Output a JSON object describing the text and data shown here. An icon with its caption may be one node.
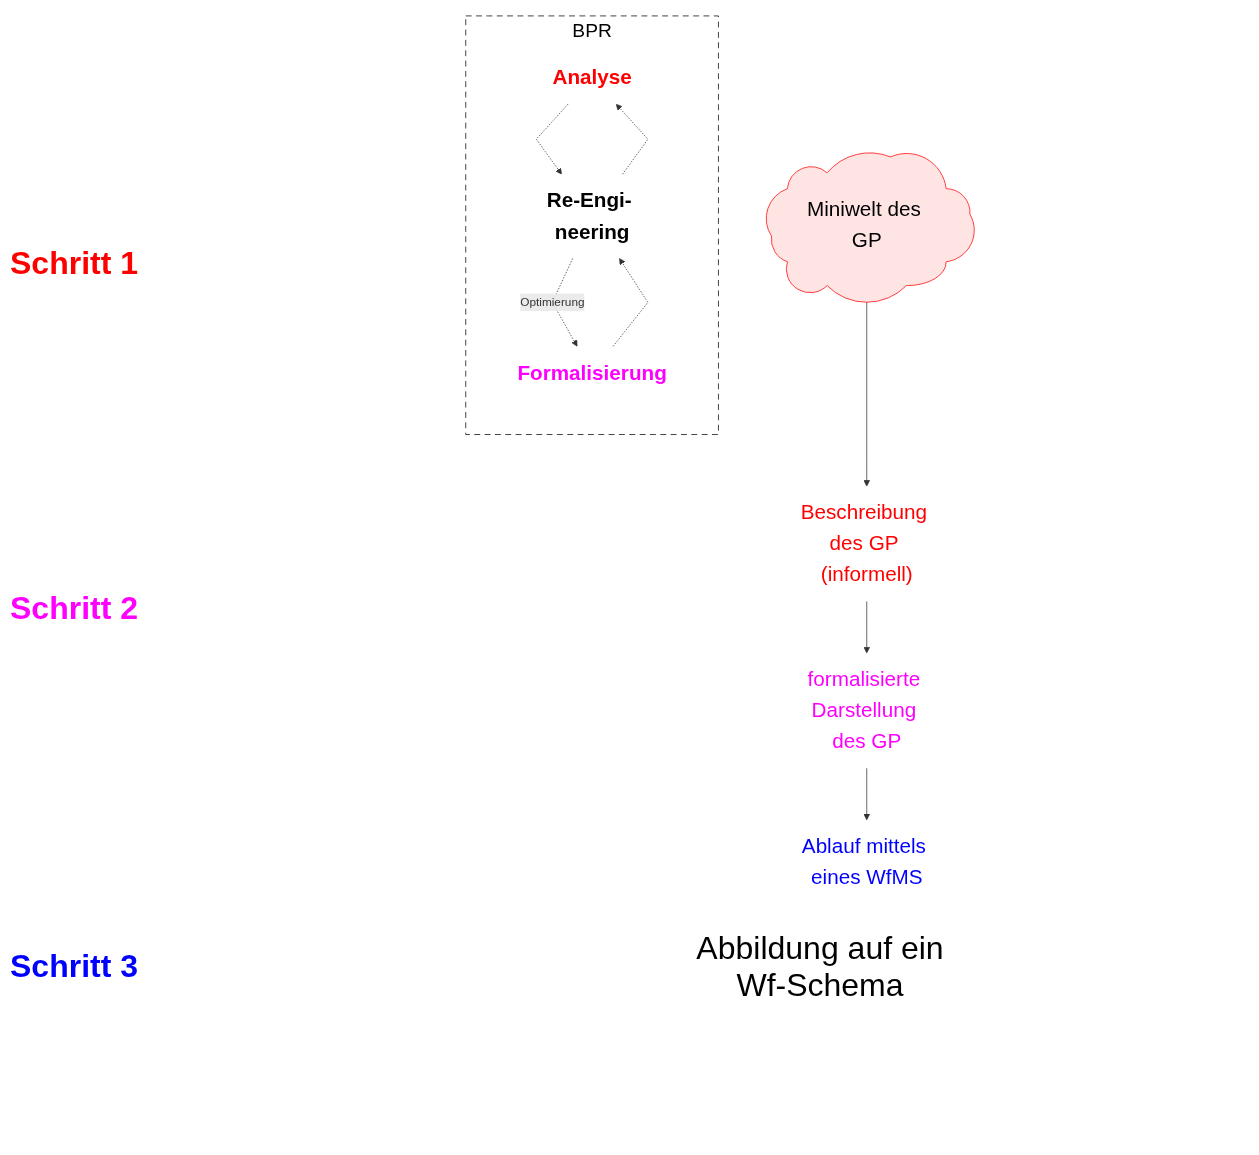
{
  "diagram": {
    "nodes": [
      {
        "text": [
          "Miniwelt des GP"
        ]
      },
      {
        "text": [
          "Beschreibung des GP (informell)"
        ]
      },
      {
        "text": [
          "formalisierte Darstellung des GP"
        ]
      },
      {
        "text": [
          "Ablauf mittels eines WfMS"
        ]
      },
      {
        "text": [
          "BPR"
        ]
      },
      {
        "text": [
          "Analyse"
        ],
        "in": 4
      },
      {
        "text": [
          "Re-Engi- neering"
        ],
        "in": 4
      },
      {
        "text": [
          "Formalisierung"
        ],
        "in": 4
      }
    ],
    "edges": [
      {
        "from": 0,
        "to": 1,
        "arrow": "to"
      },
      {
        "from": 1,
        "to": 2,
        "arrow": "to"
      },
      {
        "from": 2,
        "to": 3,
        "arrow": "to"
      },
      {
        "from": 5,
        "to": 6,
        "arrow": "to",
        "style": "dashed"
      },
      {
        "from": 7,
        "to": 6,
        "arrow": "to",
        "style": "dashed"
      },
      {
        "from": 6,
        "to": 5,
        "arrow": "to",
        "style": "dashed"
      },
      {
        "from": 6,
        "to": 7,
        "arrow": "to",
        "style": "dashed",
        "label": "Optimierung"
      }
    ],
    "labels": [
      "Schritt 1",
      "Schritt 2",
      "Schritt 3",
      "Abbildung auf ein Wf-Schema"
    ]
  }
}
